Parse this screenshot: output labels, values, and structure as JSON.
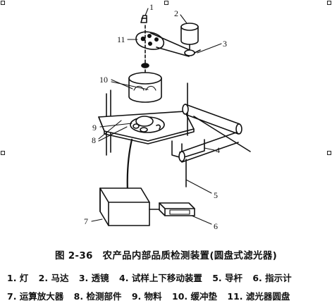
{
  "callouts": [
    "1",
    "2",
    "3",
    "4",
    "5",
    "6",
    "7",
    "8",
    "9",
    "10",
    "11"
  ],
  "caption": "图 2-36　农产品内部品质检测装置(圆盘式滤光器)",
  "legend": {
    "row1": [
      "1. 灯",
      "2. 马达",
      "3. 透镜",
      "4. 试样上下移动装置",
      "5. 导杆",
      "6. 指示计"
    ],
    "row2": [
      "7. 运算放大器",
      "8. 检测部件",
      "9. 物料",
      "10. 缓冲垫",
      "11. 滤光器圆盘"
    ]
  }
}
